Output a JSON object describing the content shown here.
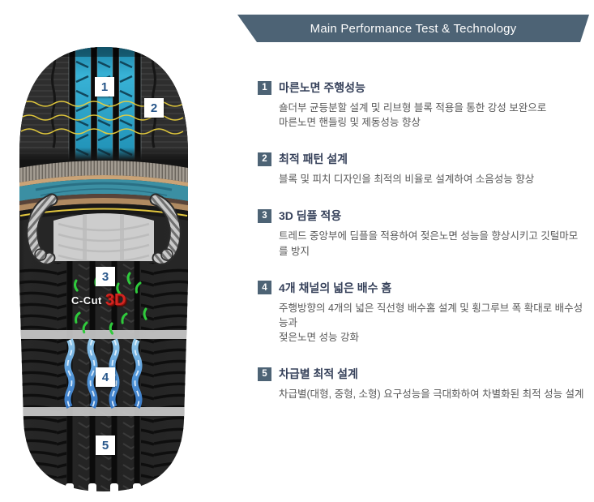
{
  "header": {
    "title": "Main Performance Test & Technology"
  },
  "tire": {
    "markers": [
      {
        "num": "1"
      },
      {
        "num": "2"
      },
      {
        "num": "3"
      },
      {
        "num": "4"
      },
      {
        "num": "5"
      }
    ],
    "c_cut_label": "C-Cut",
    "c_cut_3d": "3D"
  },
  "features": [
    {
      "num": "1",
      "title": "마른노면 주행성능",
      "body": "숄더부 균등분할 설계 및 리브형 블록 적용을 통한 강성 보완으로\n마른노면 핸들링 및 제동성능 향상"
    },
    {
      "num": "2",
      "title": "최적 패턴 설계",
      "body": "블록 및 피치 디자인을 최적의 비율로 설계하여 소음성능 향상"
    },
    {
      "num": "3",
      "title": "3D 딤플 적용",
      "body": "트레드 중앙부에 딤플을 적용하여 젖은노면 성능을 향상시키고 깃털마모를 방지"
    },
    {
      "num": "4",
      "title": "4개 채널의 넓은 배수 홈",
      "body": "주행방향의 4개의 넓은 직선형 배수홈 설계 및 횡그루브 폭 확대로 배수성능과\n젖은노면 성능 강화"
    },
    {
      "num": "5",
      "title": "차급별 최적 설계",
      "body": "차급별(대형, 중형, 소형) 요구성능을 극대화하여 차별화된 최적 성능 설계"
    }
  ],
  "colors": {
    "banner": "#4d6375",
    "badge": "#4d6375",
    "title_text": "#36415a",
    "body_text": "#595959",
    "tread_highlight": "#2fa9cf",
    "water_blue": "#4a8fdd",
    "dimple_green": "#2fca3c",
    "c_cut_red": "#d42420",
    "marker_number": "#27568a"
  }
}
